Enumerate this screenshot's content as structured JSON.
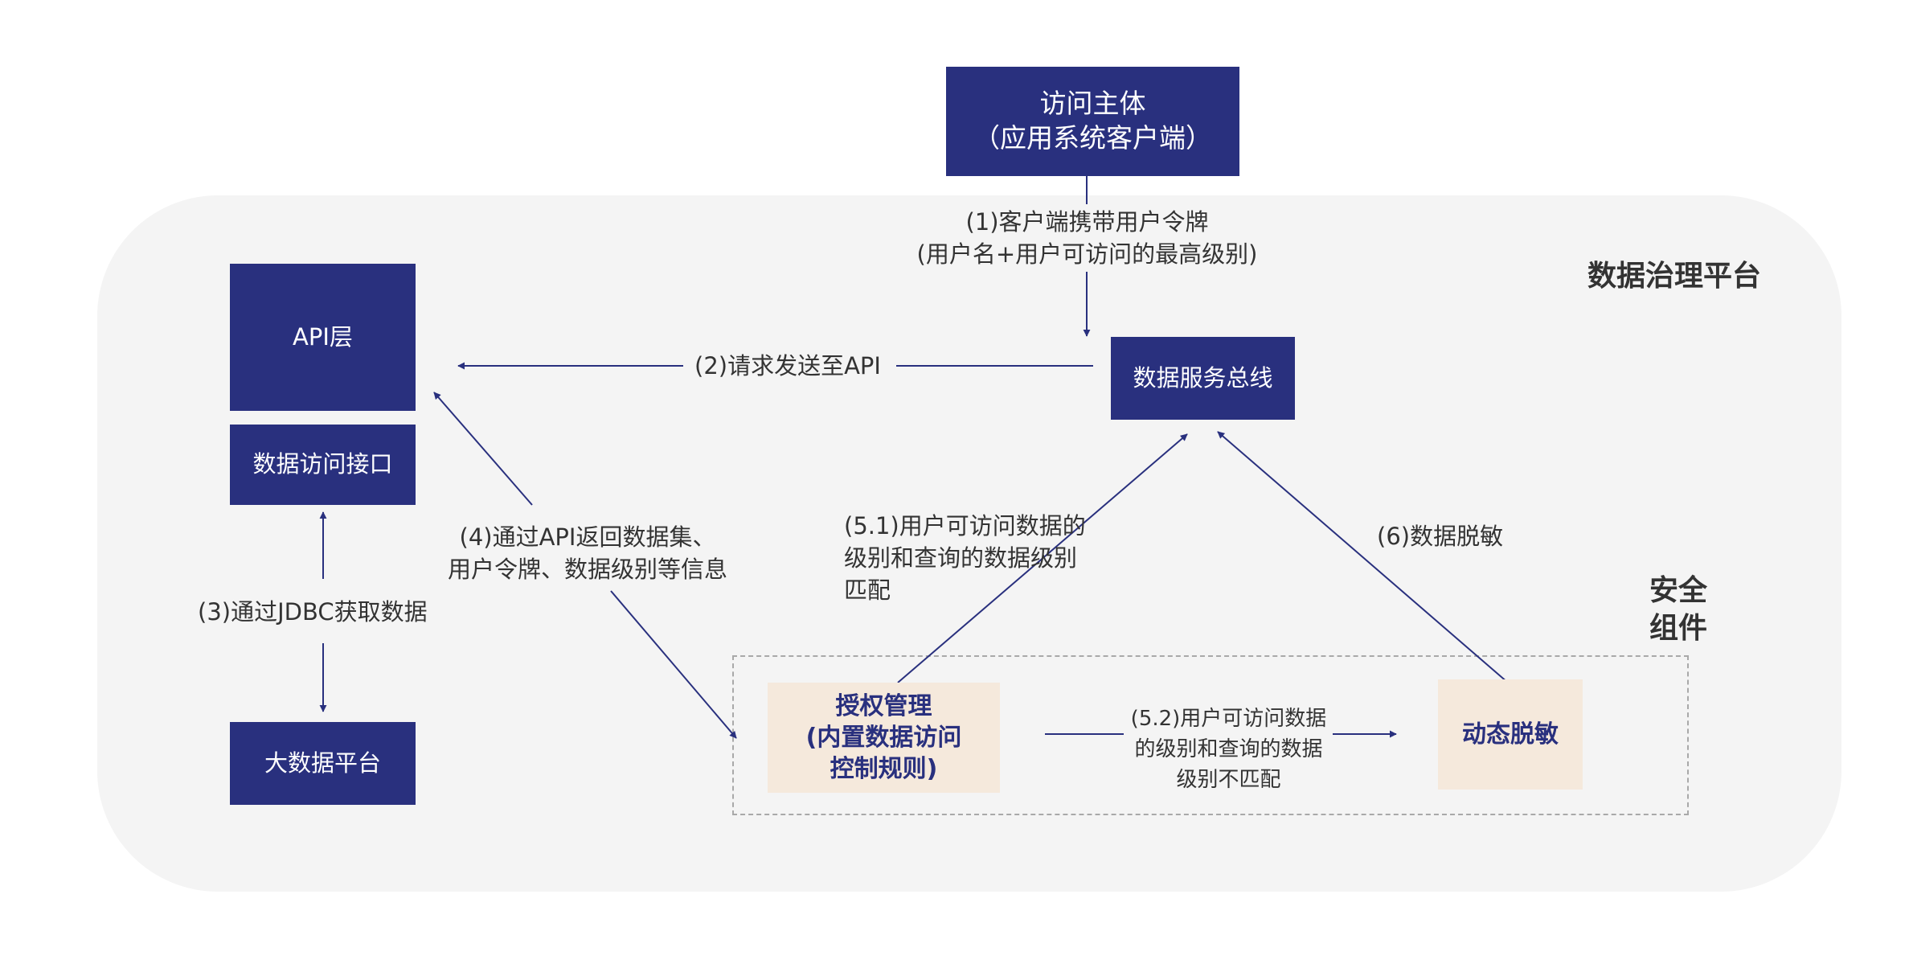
{
  "platform": {
    "title": "数据治理平台"
  },
  "security": {
    "title": "安全\n组件"
  },
  "boxes": {
    "client": "访问主体\n（应用系统客户端）",
    "api_layer": "API层",
    "data_access_interface": "数据访问接口",
    "big_data_platform": "大数据平台",
    "service_bus": "数据服务总线",
    "auth_mgmt": "授权管理\n(内置数据访问\n控制规则)",
    "dynamic_masking": "动态脱敏"
  },
  "steps": {
    "s1": "(1)客户端携带用户令牌\n(用户名+用户可访问的最高级别)",
    "s2": "(2)请求发送至API",
    "s3": "(3)通过JDBC获取数据",
    "s4": "(4)通过API返回数据集、\n用户令牌、数据级别等信息",
    "s51": "(5.1)用户可访问数据的\n级别和查询的数据级别\n匹配",
    "s52": "(5.2)用户可访问数据\n的级别和查询的数据\n级别不匹配",
    "s6": "(6)数据脱敏"
  },
  "colors": {
    "navy": "#29307e",
    "cream": "#f5e9dc",
    "platform_bg": "#f4f4f4",
    "dashed": "#a9a9a9"
  }
}
